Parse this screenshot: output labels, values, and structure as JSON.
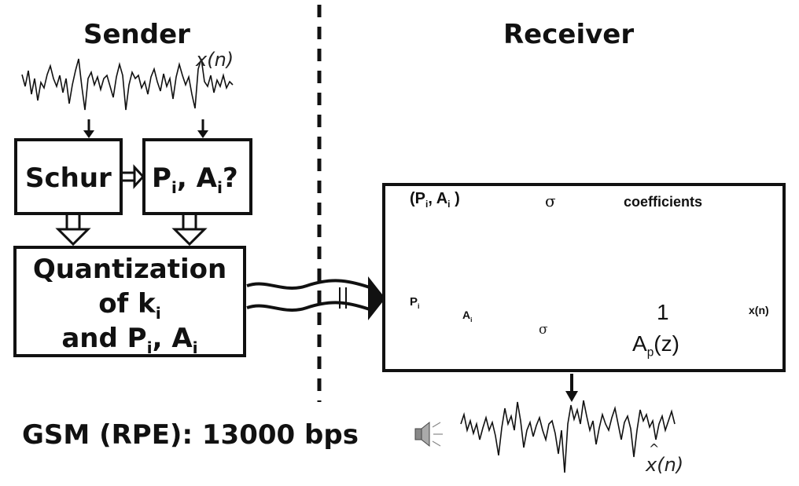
{
  "sender": {
    "title": "Sender",
    "signal_label": "x(n)",
    "schur_label": "Schur",
    "pa_label_P": "P",
    "pa_label_sub_i1": "i",
    "pa_label_A": ", A",
    "pa_label_sub_i2": "i",
    "pa_label_q": "?",
    "quant_line1": "Quantization",
    "quant_line2_a": "of k",
    "quant_line2_sub": "i",
    "quant_line3_a": "and P",
    "quant_line3_sub1": "i",
    "quant_line3_b": ", A",
    "quant_line3_sub2": "i"
  },
  "receiver": {
    "title": "Receiver",
    "input_label_a": "(P",
    "input_label_sub1": "i",
    "input_label_b": ", A",
    "input_label_sub2": "i",
    "input_label_c": " )",
    "sigma": "σ",
    "coefficients": "coefficients",
    "pulse_P": "P",
    "pulse_P_sub": "i",
    "pulse_A": "A",
    "pulse_A_sub": "i",
    "gain_sigma": "σ",
    "filter_num": "1",
    "filter_den_a": "A",
    "filter_den_sub": "p",
    "filter_den_b": "(z)",
    "output_label": "x(n)",
    "reconstructed_label": "x(n)",
    "hat": "^"
  },
  "footer": {
    "rate_label": "GSM (RPE): 13000 bps"
  },
  "icons": {
    "speaker": "speaker-icon"
  },
  "colors": {
    "ink": "#111111",
    "stroke": "#333333",
    "grey": "#555555"
  }
}
